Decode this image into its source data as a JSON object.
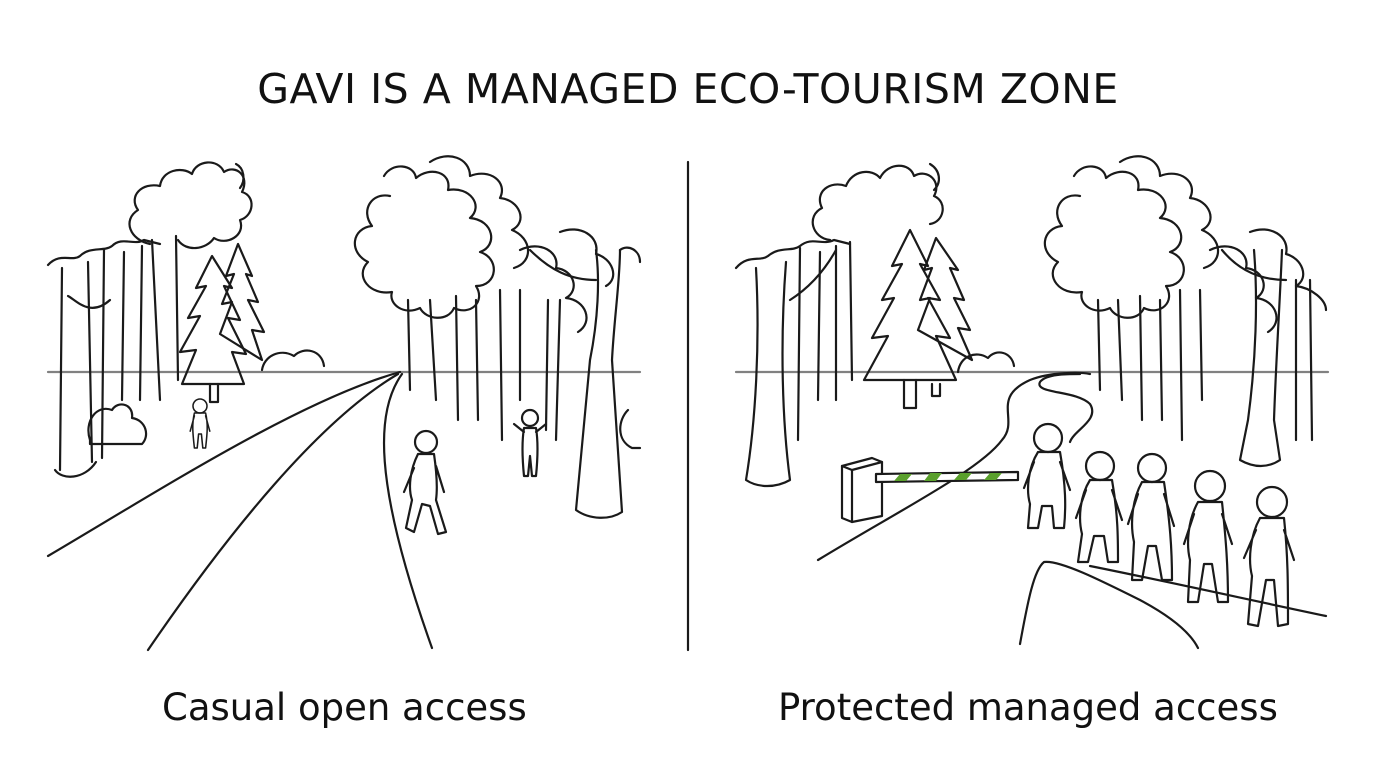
{
  "title": "GAVI IS A MANAGED ECO-TOURISM ZONE",
  "panels": [
    {
      "label": "Casual open access"
    },
    {
      "label": "Protected managed access"
    }
  ],
  "colors": {
    "ink": "#1a1a1a",
    "background": "#ffffff",
    "barrier_stripe": "#5aa02c"
  },
  "icons": [
    "tree-icon",
    "pine-tree-icon",
    "person-icon",
    "barrier-gate-icon",
    "road-icon",
    "trail-icon"
  ]
}
